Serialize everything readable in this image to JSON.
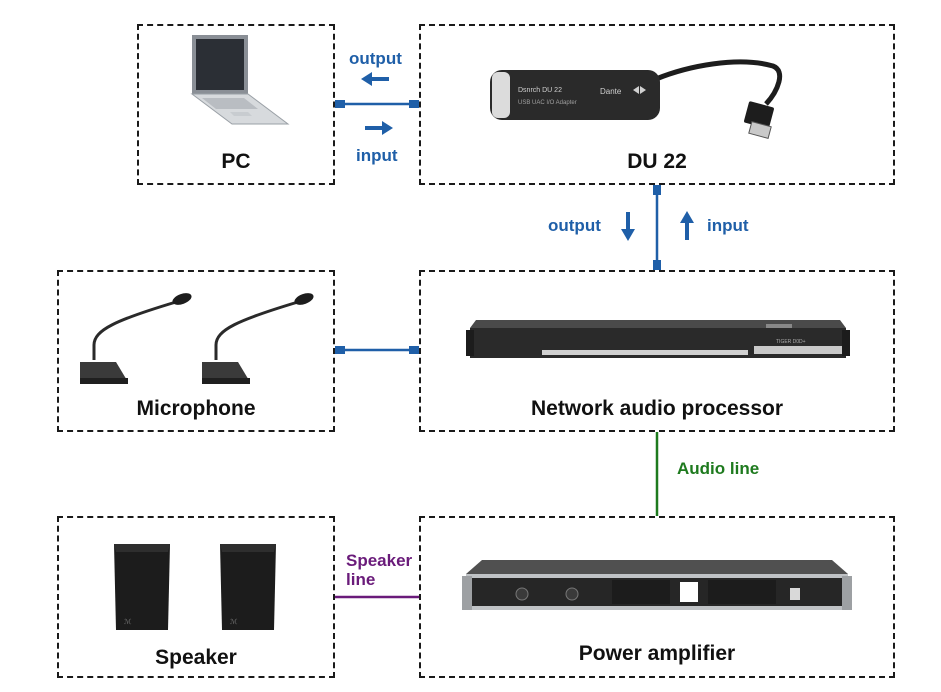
{
  "nodes": {
    "pc": "PC",
    "du22": "DU 22",
    "microphone": "Microphone",
    "processor": "Network audio processor",
    "speaker": "Speaker",
    "amplifier": "Power amplifier"
  },
  "edges": {
    "pc_output": "output",
    "pc_input": "input",
    "du_output": "output",
    "du_input": "input",
    "audio_line": "Audio line",
    "speaker_line_1": "Speaker",
    "speaker_line_2": "line"
  },
  "device_text": {
    "du22_line1": "Dsnrch DU 22",
    "du22_line2": "USB UAC I/O Adapter",
    "dante": "Dante",
    "processor_model": "TIGER D0D+"
  },
  "colors": {
    "blue": "#1f5fa8",
    "green": "#1e7a1e",
    "purple": "#6a1b7a"
  }
}
